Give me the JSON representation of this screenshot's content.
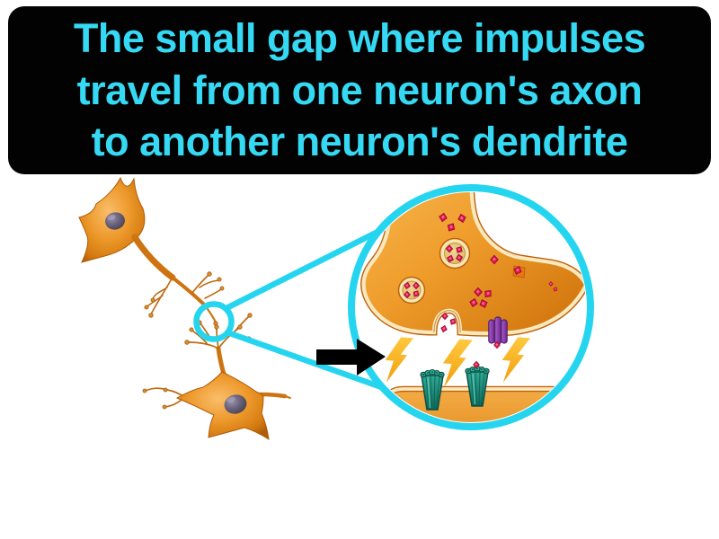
{
  "banner": {
    "lines": [
      "The small gap where impulses",
      "travel from one neuron's axon",
      "to another neuron's dendrite"
    ],
    "text_color": "#35d9f3",
    "background_color": "#020202"
  },
  "illustration": {
    "background_color": "#ffffff",
    "accent_cyan": "#25d5f0",
    "arrow_color": "#000000",
    "palette": {
      "neuron_body_orange": "#ee9a2d",
      "neuron_nucleus_gray": "#6e6680",
      "axon_terminal_orange": "#ef9d2c",
      "membrane_outline_cream": "#f6e9be",
      "membrane_edge_dark": "#c2600a",
      "neurotransmitter_red": "#e6164e",
      "vesicle_tan": "#e8c87e",
      "impulse_bolt_yellow": "#f6ac1f",
      "receptor_teal": "#1f9583",
      "ion_channel_purple": "#8a3fac"
    },
    "elements": [
      "presynaptic-neuron",
      "postsynaptic-neuron",
      "synapse-highlight-circle",
      "zoom-connector-lines",
      "magnified-synapse-view",
      "axon-terminal",
      "synaptic-vesicles",
      "neurotransmitters",
      "release-site",
      "purple-ion-channel",
      "impulse-bolts",
      "teal-receptors",
      "postsynaptic-membrane",
      "indicator-arrow"
    ],
    "counts": {
      "neurons": 2,
      "synaptic_vesicles": 2,
      "impulse_bolts": 3,
      "teal_receptors": 2,
      "purple_channels": 1,
      "free_neurotransmitters": 16
    }
  }
}
